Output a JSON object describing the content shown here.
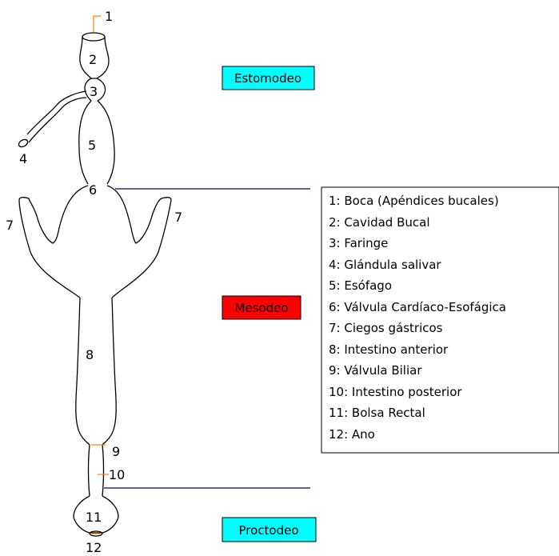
{
  "diagram": {
    "part_labels": [
      "1",
      "2",
      "3",
      "4",
      "5",
      "6",
      "7",
      "7",
      "8",
      "9",
      "10",
      "11",
      "12"
    ],
    "regions": {
      "estomodeo": {
        "label": "Estomodeo",
        "color": "#00ffff"
      },
      "mesodeo": {
        "label": "Mesodeo",
        "color": "#ff0000"
      },
      "proctodeo": {
        "label": "Proctodeo",
        "color": "#00ffff"
      }
    },
    "legend": [
      "1: Boca (Apéndices bucales)",
      "2: Cavidad Bucal",
      "3: Faringe",
      "4: Glándula salivar",
      "5: Esófago",
      "6: Válvula Cardíaco-Esofágica",
      "7: Ciegos gástricos",
      "8: Intestino anterior",
      "9: Válvula Biliar",
      "10: Intestino posterior",
      "11: Bolsa Rectal",
      "12: Ano"
    ],
    "colors": {
      "outline": "#000000",
      "pointer": "#ff8000",
      "divider": "#000080"
    }
  }
}
